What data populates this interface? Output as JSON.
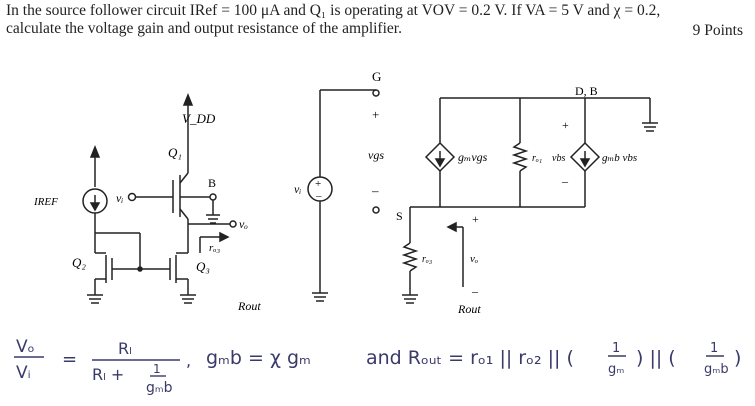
{
  "question": {
    "line1": "In the source follower circuit I​Ref = 100 μA and Q₁ is operating at V​OV = 0.2 V.  If V​A = 5 V and χ = 0.2,",
    "line2": "calculate the voltage gain and output resistance of the amplifier.",
    "points": "9 Points"
  },
  "left_circuit": {
    "vdd": "V_DD",
    "q1": "Q₁",
    "b": "B",
    "vi": "vᵢ",
    "vo": "vₒ",
    "ro3": "rₒ₃",
    "q2": "Q₂",
    "q3": "Q₃",
    "iref": "I​REF",
    "rout": "R​out"
  },
  "right_circuit": {
    "vi": "vᵢ",
    "g": "G",
    "plus_g": "+",
    "vgs": "v​gs",
    "minus_g": "–",
    "s": "S",
    "gm_vgs": "gₘv​gs",
    "ro1": "rₒ₁",
    "vbs": "v​bs",
    "gmb_vbs": "gₘb v​bs",
    "db": "D, B",
    "plus_db": "+",
    "minus_db": "–",
    "ro3": "rₒ₃",
    "vo": "vₒ",
    "plus_o": "+",
    "minus_o": "–",
    "rout": "R​out"
  },
  "handwritten": {
    "gain_num": "Vₒ",
    "gain_den": "Vᵢ",
    "eq1": "=",
    "rl_num": "Rₗ",
    "rl_den": "Rₗ +",
    "one": "1",
    "gmb": "gₘb",
    "comma": ",",
    "gmb_eq": "gₘb = χ gₘ",
    "and_rout": "and  Rₒᵤₜ = rₒ₁ || rₒ₂ || (",
    "paren_mid": ") || (",
    "paren_end": ")",
    "frac1_num": "1",
    "frac1_den": "gₘ",
    "frac2_num": "1",
    "frac2_den": "gₘb"
  },
  "colors": {
    "ink": "#222222",
    "handwriting": "#3a3a6a",
    "background": "#ffffff"
  }
}
